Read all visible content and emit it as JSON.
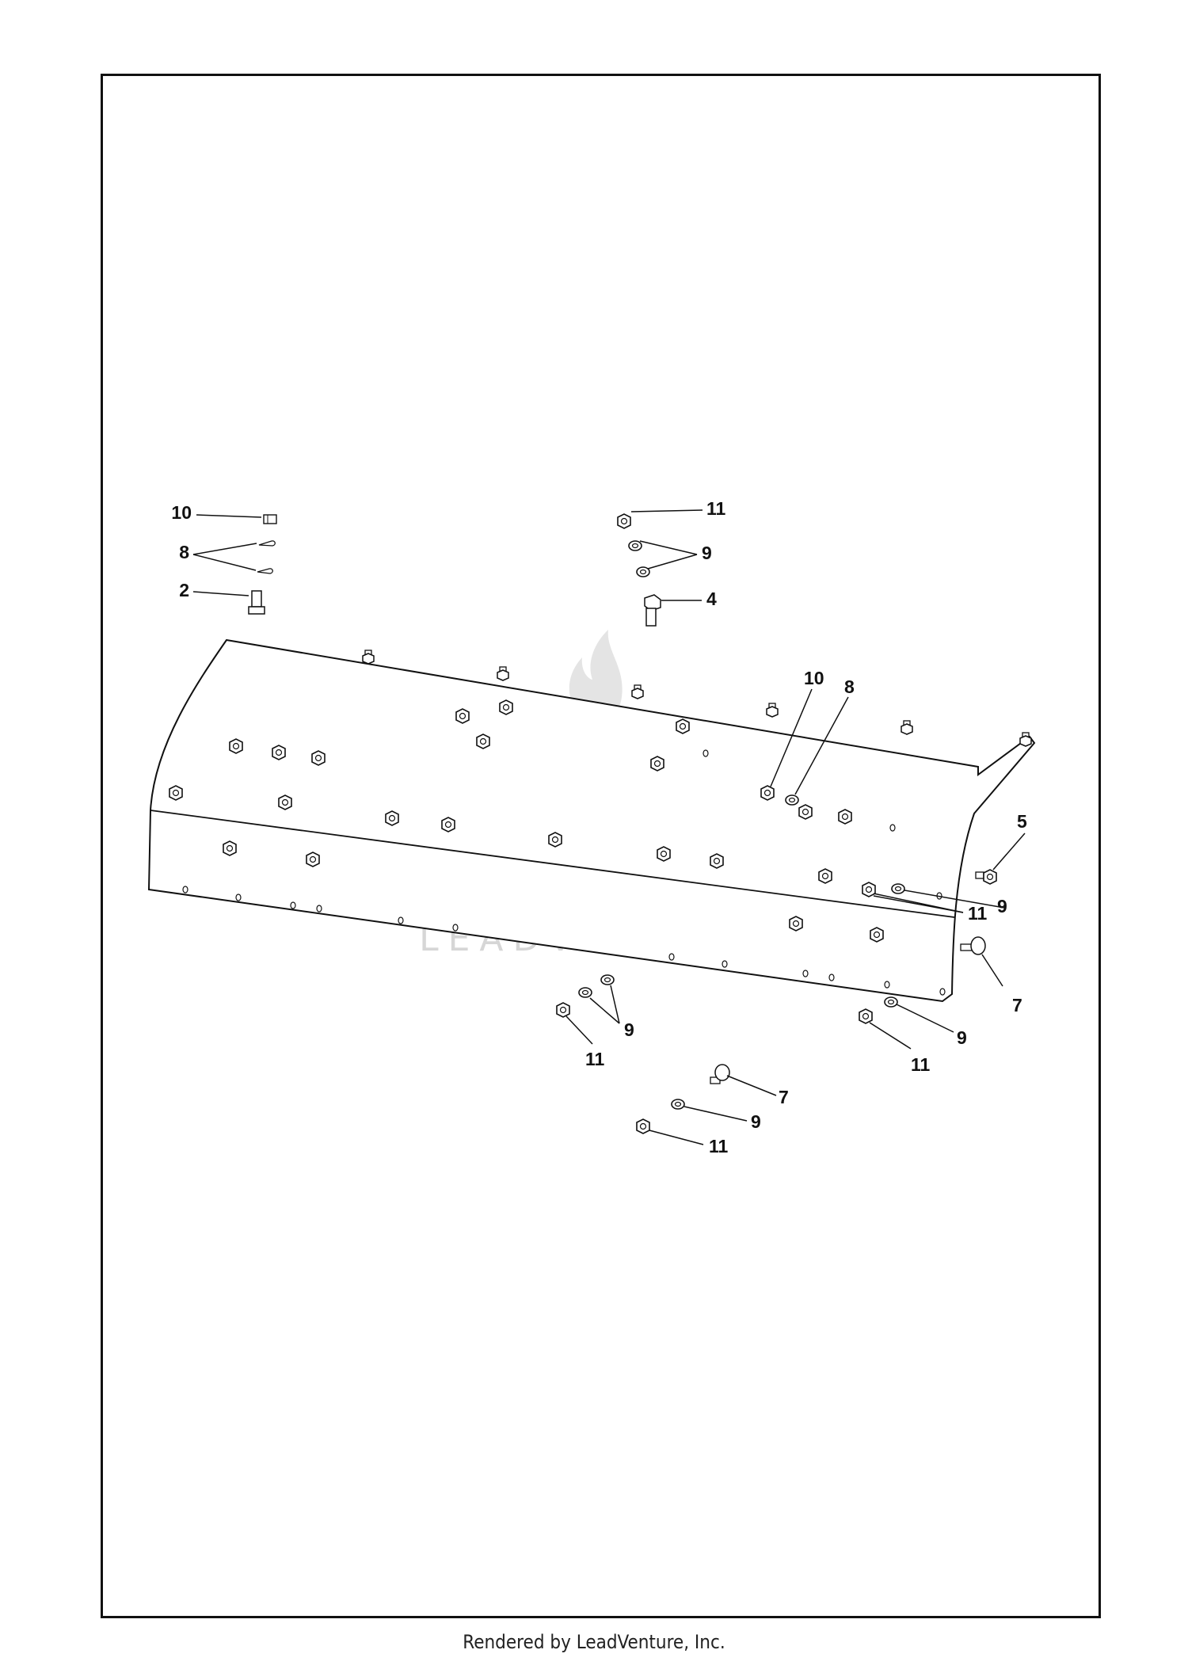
{
  "diagram": {
    "callouts": [
      {
        "id": "c10a",
        "text": "10"
      },
      {
        "id": "c8a",
        "text": "8"
      },
      {
        "id": "c2",
        "text": "2"
      },
      {
        "id": "c11a",
        "text": "11"
      },
      {
        "id": "c9a",
        "text": "9"
      },
      {
        "id": "c4",
        "text": "4"
      },
      {
        "id": "c10b",
        "text": "10"
      },
      {
        "id": "c8b",
        "text": "8"
      },
      {
        "id": "c5",
        "text": "5"
      },
      {
        "id": "c9b",
        "text": "9"
      },
      {
        "id": "c11b",
        "text": "11"
      },
      {
        "id": "c7a",
        "text": "7"
      },
      {
        "id": "c9c",
        "text": "9"
      },
      {
        "id": "c11c",
        "text": "11"
      },
      {
        "id": "c9d",
        "text": "9"
      },
      {
        "id": "c11d",
        "text": "11"
      },
      {
        "id": "c7b",
        "text": "7"
      },
      {
        "id": "c9e",
        "text": "9"
      },
      {
        "id": "c11e",
        "text": "11"
      }
    ],
    "watermark": "LEADVENTURE"
  },
  "footer": {
    "text": "Rendered by LeadVenture, Inc."
  }
}
